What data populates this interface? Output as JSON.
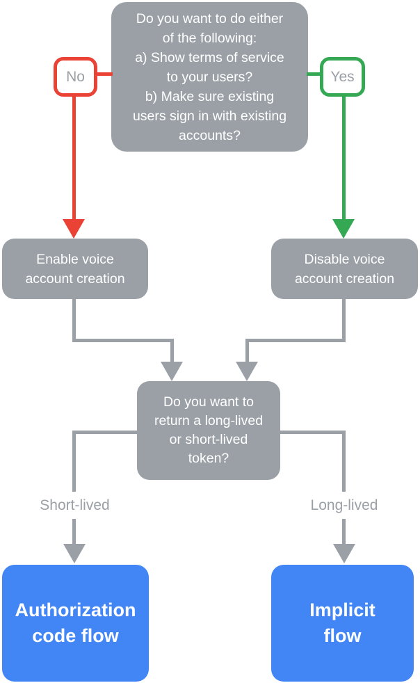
{
  "colors": {
    "gray": "#9AA0A6",
    "red": "#EA4335",
    "green": "#34A853",
    "blue": "#4285F4",
    "white": "#FFFFFF"
  },
  "flowchart": {
    "top_question": {
      "text": "Do you want to do either\nof the following:\na) Show terms of service\nto your users?\nb) Make sure existing\nusers sign in with existing\naccounts?"
    },
    "branch_no": {
      "label": "No"
    },
    "branch_yes": {
      "label": "Yes"
    },
    "enable_node": {
      "text": "Enable voice\naccount creation"
    },
    "disable_node": {
      "text": "Disable voice\naccount creation"
    },
    "token_question": {
      "text": "Do you want to\nreturn a long-lived\nor short-lived\ntoken?"
    },
    "short_lived_label": {
      "text": "Short-lived"
    },
    "long_lived_label": {
      "text": "Long-lived"
    },
    "auth_code_node": {
      "text": "Authorization\ncode flow"
    },
    "implicit_node": {
      "text": "Implicit\nflow"
    }
  }
}
